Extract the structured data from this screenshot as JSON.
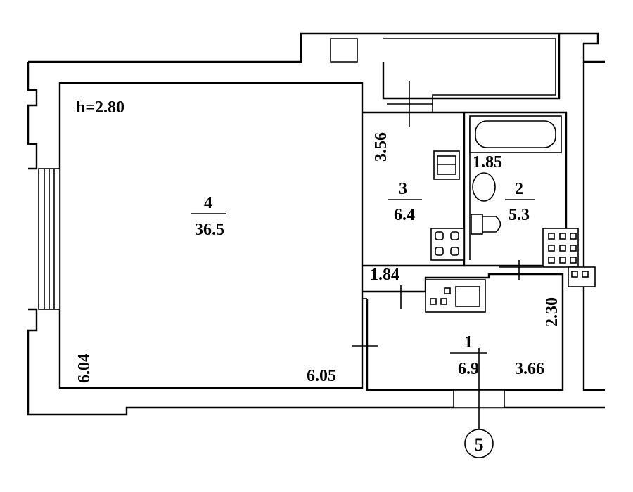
{
  "ceiling_height": "h=2.80",
  "rooms": [
    {
      "number": "4",
      "area": "36.5"
    },
    {
      "number": "3",
      "area": "6.4"
    },
    {
      "number": "2",
      "area": "5.3"
    },
    {
      "number": "1",
      "area": "6.9"
    }
  ],
  "dimensions": {
    "living_width": "6.05",
    "living_depth": "6.04",
    "kitchen_depth": "3.56",
    "bath_width": "1.85",
    "hall_width": "1.84",
    "entry_depth": "2.30",
    "entry_width": "3.66"
  },
  "axis_marker": "5"
}
